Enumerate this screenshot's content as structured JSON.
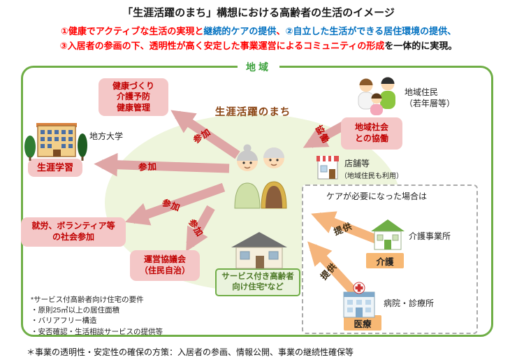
{
  "title": "「生涯活躍のまち」構想における高齢者の生活のイメージ",
  "intro": {
    "seg1": "①健康でアクティブな生活の実現と",
    "seg2": "継続的ケアの提供",
    "seg3": "、",
    "seg4": "②自立した生活ができる居住環境の提供、",
    "seg5": "③入居者の参画の下、透明性が高く安定した事業運営によるコミュニティの形成",
    "seg6": "を一体的に実現。"
  },
  "region": {
    "label": "地域"
  },
  "town": {
    "label": "生涯活躍のまち"
  },
  "nodes": {
    "health": "健康づくり\n介護予防\n健康管理",
    "university": "地方大学",
    "lifelong_learning": "生涯学習",
    "work": "就労、ボランティア等\nの社会参加",
    "council": "運営協議会\n（住民自治）",
    "collaboration": "地域社会\nとの協働",
    "residents": "地域住民\n（若年層等）",
    "shops": "店舗等",
    "shops_note": "（地域住民も利用）",
    "housing": "サービス付き高齢者\n向け住宅*など",
    "care_case": "ケアが必要になった場合は",
    "care_office": "介護事業所",
    "care": "介護",
    "hospital": "病院・診療所",
    "medical": "医療"
  },
  "arrows": {
    "sanka": "参加",
    "kyodo": "協働",
    "teikyo": "提供"
  },
  "footnotes": {
    "housing_req_title": "*サービス付高齢者向け住宅の要件",
    "housing_req_items": [
      "・原則25㎡以上の居住面積",
      "・バリアフリー構造",
      "・安否確認・生活相談サービスの提供等"
    ],
    "bottom": "＊事業の透明性・安定性の確保の方策：入居者の参画、情報公開、事業の継続性確保等"
  },
  "colors": {
    "accent_red": "#ff0000",
    "accent_blue": "#0070c0",
    "pink_box": "#f4c7c7",
    "pink_text": "#c00000",
    "green_border": "#6fae46",
    "ellipse_fill": "#eef5dc",
    "arrow_pink": "#dfa6a6",
    "arrow_orange": "#f5b57c",
    "green_box_fill": "#eaf3dd"
  }
}
